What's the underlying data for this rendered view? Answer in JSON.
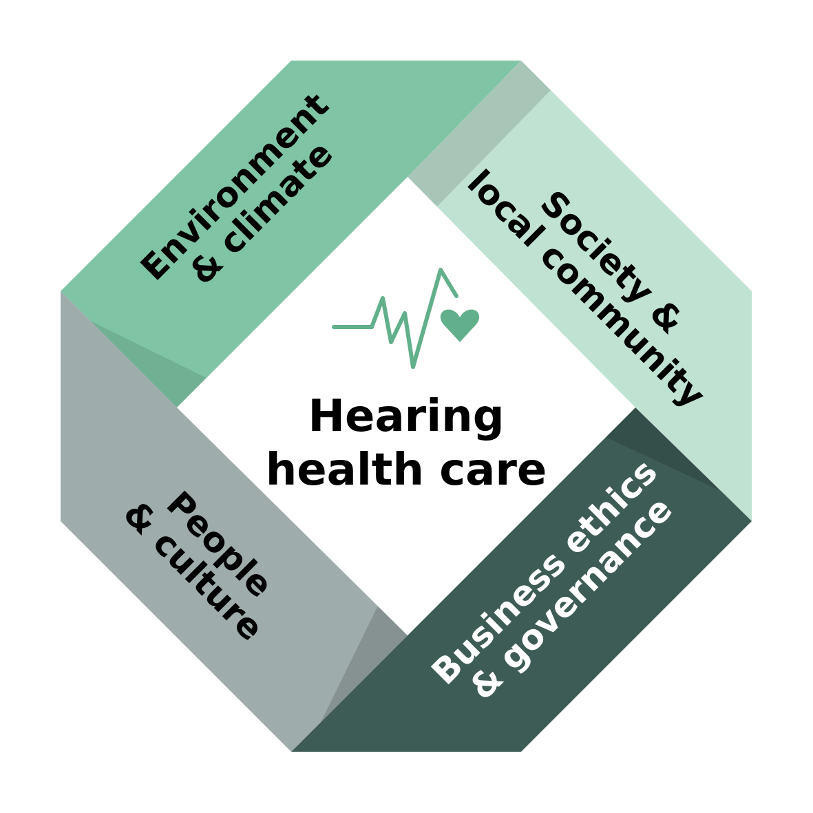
{
  "center": {
    "line1": "Hearing",
    "line2": "health care",
    "icon": "heartbeat-heart-icon"
  },
  "segments": [
    {
      "line1": "Environment",
      "line2": "& climate",
      "color": "#7fc4a5",
      "text_color": "#000000"
    },
    {
      "line1": "Society &",
      "line2": "local community",
      "color": "#c0e2d2",
      "text_color": "#000000"
    },
    {
      "line1": "Business ethics",
      "line2": "& governance",
      "color": "#3e5c56",
      "text_color": "#ffffff"
    },
    {
      "line1": "People",
      "line2": "& culture",
      "color": "#9eacab",
      "text_color": "#000000"
    }
  ],
  "icon_color": "#62b08b"
}
